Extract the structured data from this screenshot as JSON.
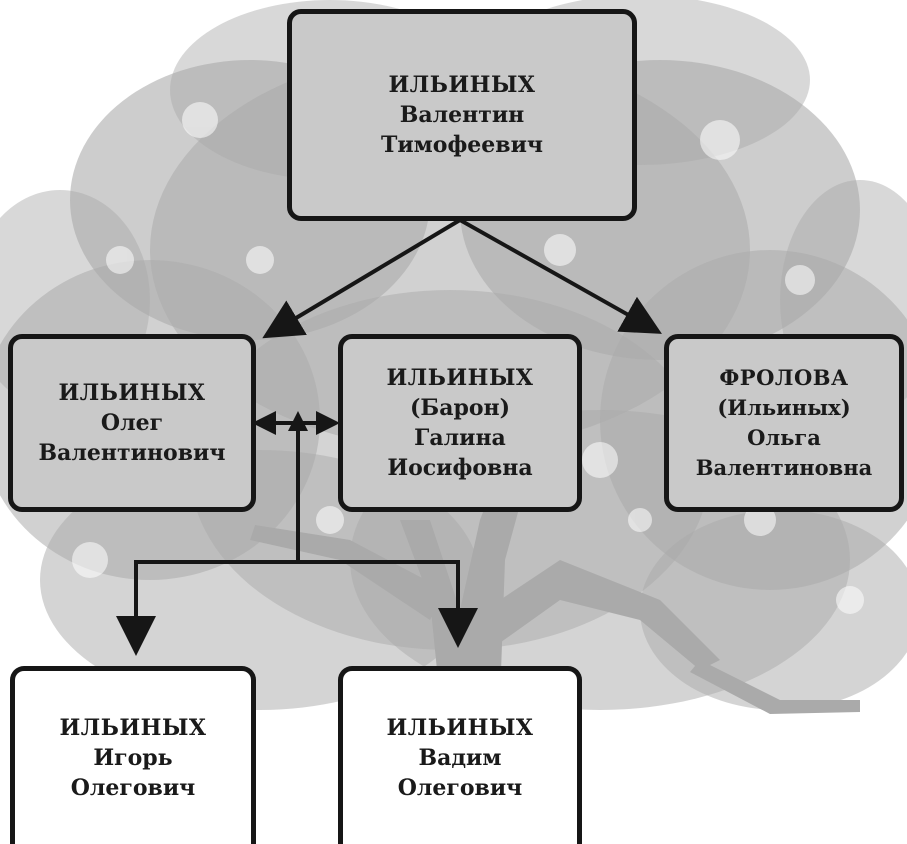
{
  "colors": {
    "border": "#161616",
    "box_fill": "#c9c9c9",
    "box_fill_bottom": "#ffffff",
    "tree": "#9c9c9c",
    "text": "#1a1a1a"
  },
  "background": {
    "image": "tree-silhouette"
  },
  "people": {
    "valentin": {
      "surname": "ИЛЬИНЫХ",
      "name": "Валентин",
      "patronymic": "Тимофеевич"
    },
    "oleg": {
      "surname": "ИЛЬИНЫХ",
      "name": "Олег",
      "patronymic": "Валентинович"
    },
    "galina": {
      "surname": "ИЛЬИНЫХ",
      "maiden": "(Барон)",
      "name": "Галина",
      "patronymic": "Иосифовна"
    },
    "olga": {
      "surname": "ФРОЛОВА",
      "maiden": "(Ильиных)",
      "name": "Ольга",
      "patronymic": "Валентиновна"
    },
    "igor": {
      "surname": "ИЛЬИНЫХ",
      "name": "Игорь",
      "patronymic": "Олегович"
    },
    "vadim": {
      "surname": "ИЛЬИНЫХ",
      "name": "Вадим",
      "patronymic": "Олегович"
    }
  },
  "relations": [
    {
      "type": "parent-child",
      "from": "valentin",
      "to": "oleg"
    },
    {
      "type": "parent-child",
      "from": "valentin",
      "to": "olga"
    },
    {
      "type": "spouse",
      "from": "oleg",
      "to": "galina"
    },
    {
      "type": "parent-child",
      "from": "oleg+galina",
      "to": "igor"
    },
    {
      "type": "parent-child",
      "from": "oleg+galina",
      "to": "vadim"
    }
  ]
}
